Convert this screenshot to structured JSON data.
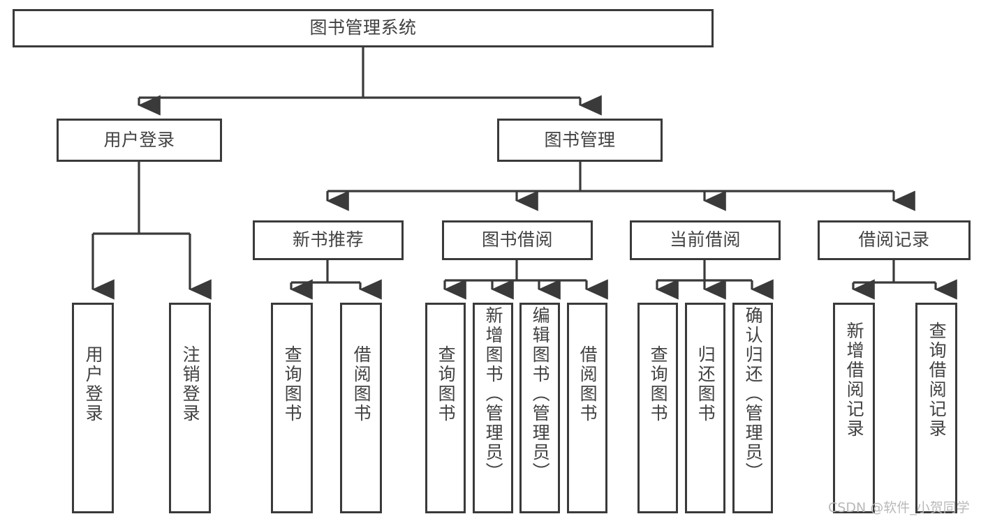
{
  "diagram": {
    "title": "图书管理系统",
    "type": "function-structure-tree",
    "orientation": "top-down",
    "style": {
      "box_border_color": "#3a3a3a",
      "box_fill_color": "#ffffff",
      "edge_color": "#3a3a3a",
      "text_color": "#414141",
      "background_color": "#ffffff",
      "watermark_color": "#b9b9b9"
    },
    "nodes": {
      "root": {
        "label": "图书管理系统"
      },
      "level2": [
        {
          "id": "user-login",
          "label": "用户登录"
        },
        {
          "id": "book-management",
          "label": "图书管理"
        }
      ],
      "level3": [
        {
          "id": "new-book-recommend",
          "label": "新书推荐"
        },
        {
          "id": "book-borrow",
          "label": "图书借阅"
        },
        {
          "id": "current-borrow",
          "label": "当前借阅"
        },
        {
          "id": "borrow-record",
          "label": "借阅记录"
        }
      ],
      "leaves": [
        {
          "id": "leaf-user-login",
          "label": "用户登录",
          "parent": "user-login"
        },
        {
          "id": "leaf-logout-login",
          "label": "注销登录",
          "parent": "user-login"
        },
        {
          "id": "leaf-query-book-1",
          "label": "查询图书",
          "parent": "new-book-recommend"
        },
        {
          "id": "leaf-borrow-book-1",
          "label": "借阅图书",
          "parent": "new-book-recommend"
        },
        {
          "id": "leaf-query-book-2",
          "label": "查询图书",
          "parent": "book-borrow"
        },
        {
          "id": "leaf-add-book",
          "label": "新增图书（管理员）",
          "parent": "book-borrow"
        },
        {
          "id": "leaf-edit-book",
          "label": "编辑图书（管理员）",
          "parent": "book-borrow"
        },
        {
          "id": "leaf-borrow-book-2",
          "label": "借阅图书",
          "parent": "book-borrow"
        },
        {
          "id": "leaf-query-book-3",
          "label": "查询图书",
          "parent": "current-borrow"
        },
        {
          "id": "leaf-return-book",
          "label": "归还图书",
          "parent": "current-borrow"
        },
        {
          "id": "leaf-confirm-return",
          "label": "确认归还（管理员）",
          "parent": "current-borrow"
        },
        {
          "id": "leaf-add-record",
          "label": "新增借阅记录",
          "parent": "borrow-record"
        },
        {
          "id": "leaf-query-record",
          "label": "查询借阅记录",
          "parent": "borrow-record"
        }
      ]
    },
    "watermark": "CSDN @软件_小贺同学"
  }
}
